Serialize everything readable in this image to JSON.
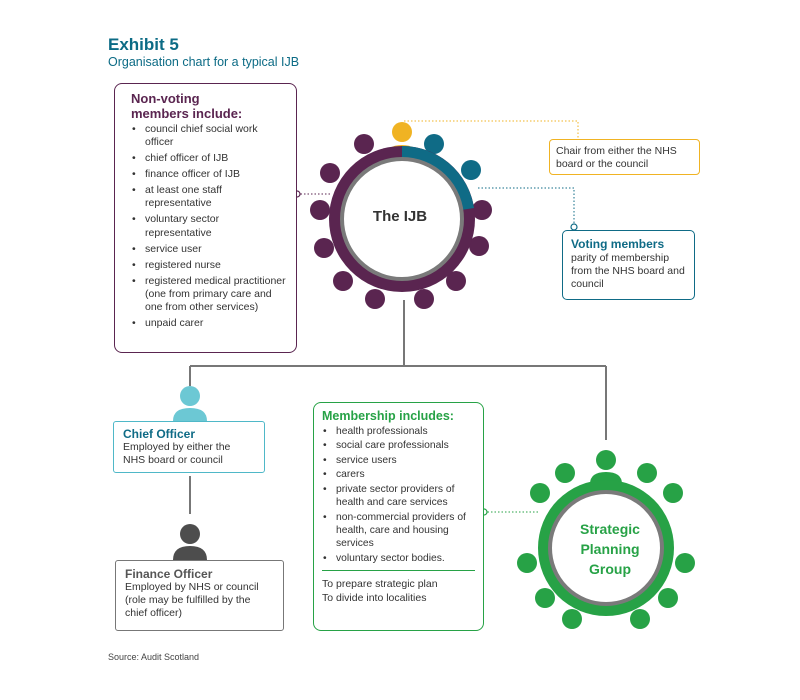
{
  "header": {
    "title": "Exhibit 5",
    "subtitle": "Organisation chart for a typical IJB"
  },
  "ijb": {
    "label": "The IJB"
  },
  "non_voting": {
    "heading_line1": "Non-voting",
    "heading_line2": "members include:",
    "items": [
      "council chief social work officer",
      "chief officer of IJB",
      "finance officer of IJB",
      "at least one staff representative",
      "voluntary sector representative",
      "service user",
      "registered nurse",
      "registered medical practitioner (one from primary care and one from other services)",
      "unpaid carer"
    ]
  },
  "chair": {
    "text": "Chair from either the NHS board or the council"
  },
  "voting": {
    "heading": "Voting members",
    "text": "parity of membership from the NHS board and council"
  },
  "chief_officer": {
    "heading": "Chief Officer",
    "text": "Employed by either the NHS board or council"
  },
  "finance_officer": {
    "heading": "Finance Officer",
    "text": "Employed by NHS or council (role may be fulfilled by the chief officer)"
  },
  "membership": {
    "heading": "Membership includes:",
    "items": [
      "health professionals",
      "social care professionals",
      "service users",
      "carers",
      "private sector providers of health and care services",
      "non-commercial providers of health, care and housing services",
      "voluntary sector bodies."
    ],
    "purpose_1": "To prepare strategic plan",
    "purpose_2": "To divide into localities"
  },
  "spg": {
    "line1": "Strategic",
    "line2": "Planning",
    "line3": "Group"
  },
  "source": "Source: Audit Scotland",
  "colors": {
    "teal": "#0c6b85",
    "purple": "#5a2550",
    "gold": "#f0b323",
    "green": "#27a246",
    "light_blue": "#6cc8d4",
    "grey": "#4d4d4d"
  }
}
